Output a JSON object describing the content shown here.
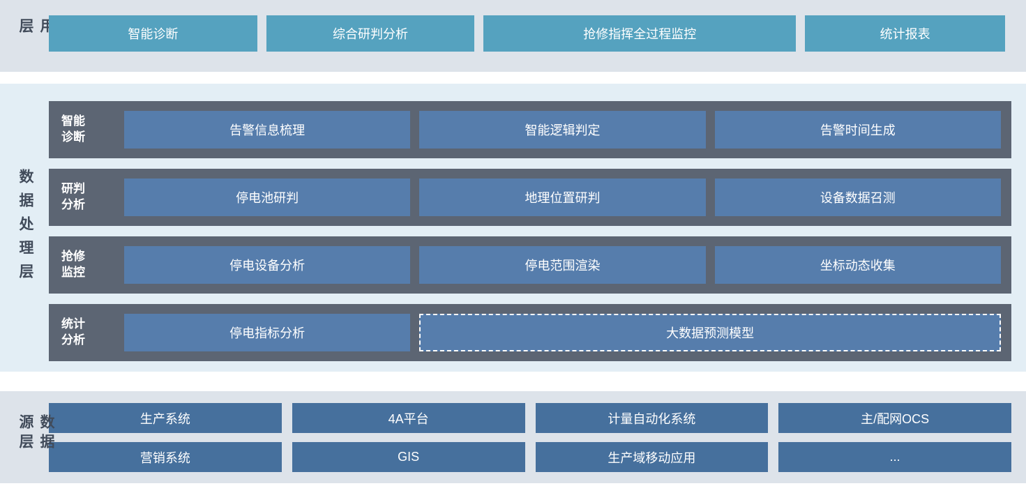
{
  "app_layer": {
    "label": "应用层",
    "items": [
      "智能诊断",
      "综合研判分析",
      "抢修指挥全过程监控",
      "统计报表"
    ]
  },
  "process_layer": {
    "label": "数据处理层",
    "rows": [
      {
        "label": [
          "智能",
          "诊断"
        ],
        "items": [
          "告警信息梳理",
          "智能逻辑判定",
          "告警时间生成"
        ]
      },
      {
        "label": [
          "研判",
          "分析"
        ],
        "items": [
          "停电池研判",
          "地理位置研判",
          "设备数据召测"
        ]
      },
      {
        "label": [
          "抢修",
          "监控"
        ],
        "items": [
          "停电设备分析",
          "停电范围渲染",
          "坐标动态收集"
        ]
      },
      {
        "label": [
          "统计",
          "分析"
        ],
        "items": [
          "停电指标分析",
          "大数据预测模型"
        ]
      }
    ]
  },
  "source_layer": {
    "label": "数据源层",
    "rows": [
      [
        "生产系统",
        "4A平台",
        "计量自动化系统",
        "主/配网OCS"
      ],
      [
        "营销系统",
        "GIS",
        "生产域移动应用",
        "..."
      ]
    ]
  },
  "colors": {
    "app_band_bg": "#dde3ea",
    "app_button": "#55a2bf",
    "process_band_bg": "#e3eef5",
    "process_row_bg": "#5c6573",
    "process_button": "#567dac",
    "source_band_bg": "#dde3ea",
    "source_button": "#46709d",
    "side_label_text": "#414b5a",
    "button_text": "#ffffff"
  }
}
